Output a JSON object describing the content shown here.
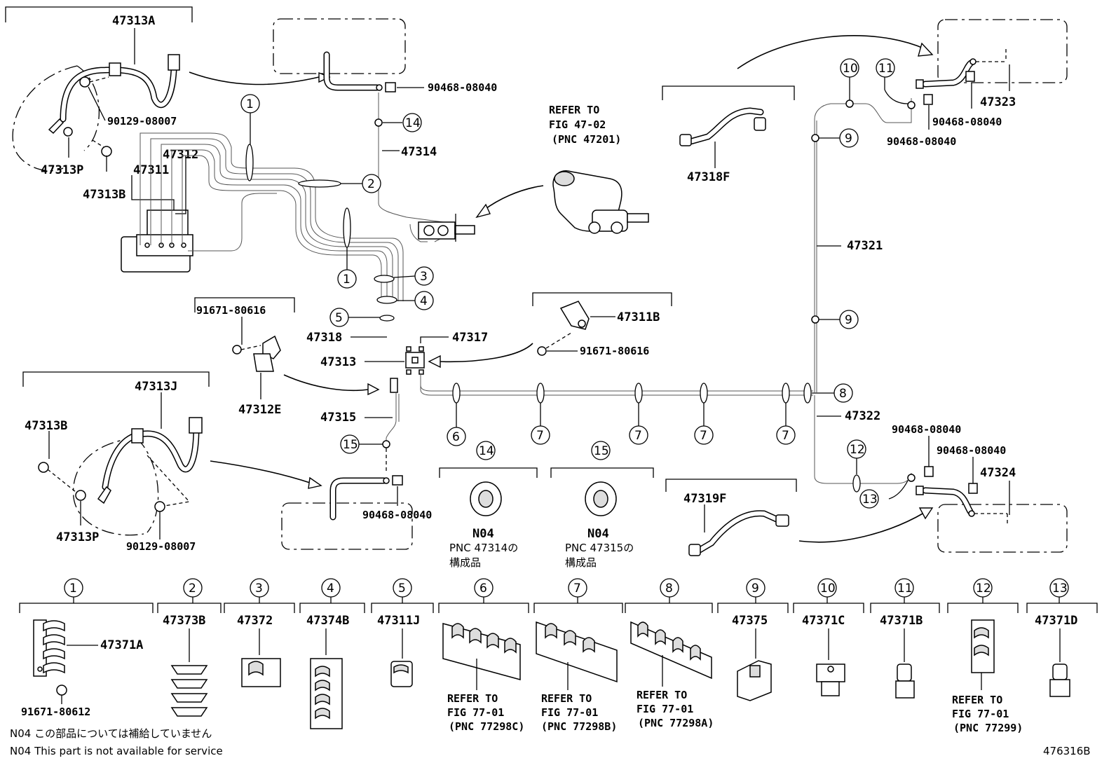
{
  "diagram": {
    "labels": {
      "p47313A": "47313A",
      "p90129_top": "90129-08007",
      "p47313P_top": "47313P",
      "p47313B_top": "47313B",
      "p47312": "47312",
      "p47311": "47311",
      "p90468_a": "90468-08040",
      "p47314": "47314",
      "refer_mc_1": "REFER TO",
      "refer_mc_2": "FIG 47-02",
      "refer_mc_3": "(PNC 47201)",
      "p47318F": "47318F",
      "p47323": "47323",
      "p90468_b": "90468-08040",
      "p90468_c": "90468-08040",
      "p47321": "47321",
      "p91671_80616_a": "91671-80616",
      "p47311B": "47311B",
      "p91671_80616_b": "91671-80616",
      "p47318": "47318",
      "p47317": "47317",
      "p47313": "47313",
      "p47312E": "47312E",
      "p47315": "47315",
      "p47313J": "47313J",
      "p47313B_bot": "47313B",
      "p47313P_bot": "47313P",
      "p90129_bot": "90129-08007",
      "p90468_d": "90468-08040",
      "p47322": "47322",
      "p90468_e": "90468-08040",
      "p90468_f": "90468-08040",
      "p47324": "47324",
      "p47319F": "47319F",
      "n04_a": "N04",
      "n04_a_pnc": "PNC 47314の",
      "n04_a_sub": "構成品",
      "n04_b": "N04",
      "n04_b_pnc": "PNC 47315の",
      "n04_b_sub": "構成品"
    },
    "circled": {
      "c1": "1",
      "c2": "2",
      "c3": "3",
      "c4": "4",
      "c5": "5",
      "c6": "6",
      "c7": "7",
      "c8": "8",
      "c9": "9",
      "c10": "10",
      "c11": "11",
      "c12": "12",
      "c13": "13",
      "c14": "14",
      "c15": "15"
    },
    "clamps": {
      "c1_part": "47371A",
      "c1_bolt": "91671-80612",
      "c2_part": "47373B",
      "c3_part": "47372",
      "c4_part": "47374B",
      "c5_part": "47311J",
      "c6_ref1": "REFER TO",
      "c6_ref2": "FIG 77-01",
      "c6_ref3": "(PNC 77298C)",
      "c7_ref1": "REFER TO",
      "c7_ref2": "FIG 77-01",
      "c7_ref3": "(PNC 77298B)",
      "c8_ref1": "REFER TO",
      "c8_ref2": "FIG 77-01",
      "c8_ref3": "(PNC 77298A)",
      "c9_part": "47375",
      "c10_part": "47371C",
      "c11_part": "47371B",
      "c12_ref1": "REFER TO",
      "c12_ref2": "FIG 77-01",
      "c12_ref3": "(PNC 77299)",
      "c13_part": "47371D"
    },
    "notes": {
      "jp": "N04 この部品については補給していません",
      "en": "N04 This part is not available for service",
      "figure_id": "476316B"
    }
  }
}
